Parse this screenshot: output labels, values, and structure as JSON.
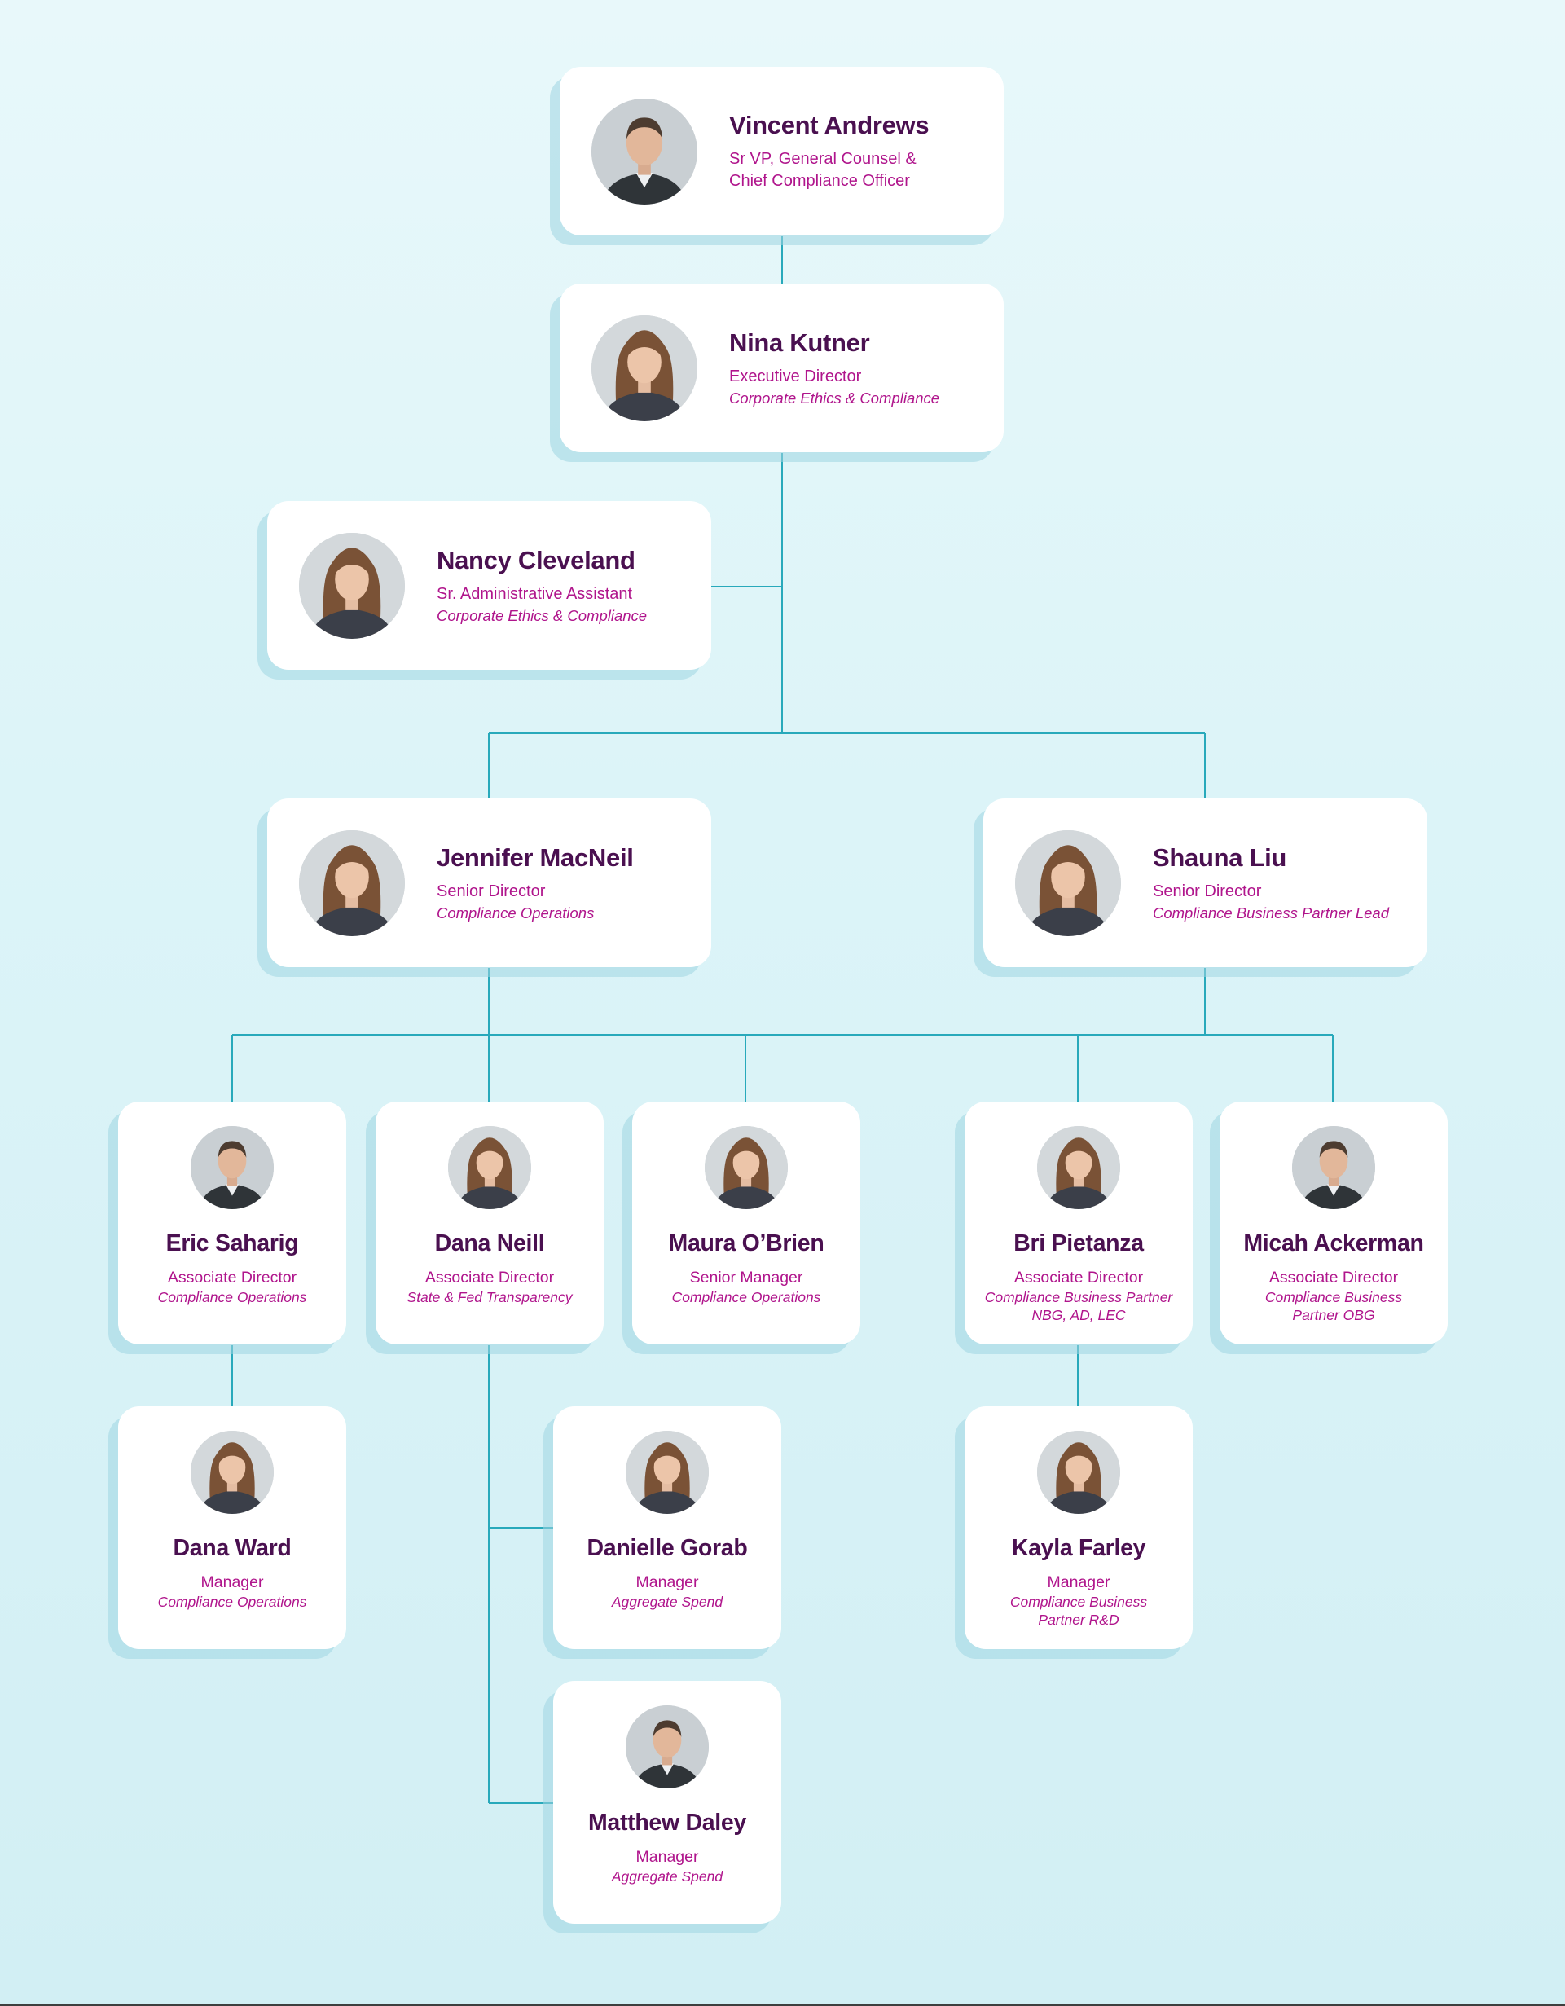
{
  "colors": {
    "name": "#4a1050",
    "role": "#b0158c",
    "connector": "#28a9bb",
    "card": "#ffffff"
  },
  "people": {
    "vincent_andrews": {
      "name": "Vincent Andrews",
      "title": "Sr VP, General Counsel &\nChief Compliance Officer",
      "dept": "",
      "photo_icon": "man-portrait-icon"
    },
    "nina_kutner": {
      "name": "Nina Kutner",
      "title": "Executive Director",
      "dept": "Corporate Ethics & Compliance",
      "photo_icon": "woman-portrait-icon"
    },
    "nancy_cleveland": {
      "name": "Nancy Cleveland",
      "title": "Sr. Administrative Assistant",
      "dept": "Corporate Ethics & Compliance",
      "photo_icon": "woman-portrait-icon"
    },
    "jennifer_macneil": {
      "name": "Jennifer MacNeil",
      "title": "Senior Director",
      "dept": "Compliance Operations",
      "photo_icon": "woman-portrait-icon"
    },
    "shauna_liu": {
      "name": "Shauna Liu",
      "title": "Senior Director",
      "dept": "Compliance Business Partner Lead",
      "photo_icon": "woman-portrait-icon"
    },
    "eric_saharig": {
      "name": "Eric Saharig",
      "title": "Associate Director",
      "dept": "Compliance Operations",
      "photo_icon": "man-portrait-icon"
    },
    "dana_neill": {
      "name": "Dana Neill",
      "title": "Associate Director",
      "dept": "State & Fed Transparency",
      "photo_icon": "woman-portrait-icon"
    },
    "maura_obrien": {
      "name": "Maura O’Brien",
      "title": "Senior Manager",
      "dept": "Compliance Operations",
      "photo_icon": "woman-portrait-icon"
    },
    "bri_pietanza": {
      "name": "Bri Pietanza",
      "title": "Associate Director",
      "dept": "Compliance Business Partner\nNBG, AD, LEC",
      "photo_icon": "woman-portrait-icon"
    },
    "micah_ackerman": {
      "name": "Micah Ackerman",
      "title": "Associate Director",
      "dept": "Compliance Business\nPartner OBG",
      "photo_icon": "man-portrait-icon"
    },
    "dana_ward": {
      "name": "Dana Ward",
      "title": "Manager",
      "dept": "Compliance Operations",
      "photo_icon": "woman-portrait-icon"
    },
    "danielle_gorab": {
      "name": "Danielle Gorab",
      "title": "Manager",
      "dept": "Aggregate Spend",
      "photo_icon": "woman-portrait-icon"
    },
    "kayla_farley": {
      "name": "Kayla Farley",
      "title": "Manager",
      "dept": "Compliance Business\nPartner R&D",
      "photo_icon": "woman-portrait-icon"
    },
    "matthew_daley": {
      "name": "Matthew Daley",
      "title": "Manager",
      "dept": "Aggregate Spend",
      "photo_icon": "man-portrait-icon"
    }
  }
}
